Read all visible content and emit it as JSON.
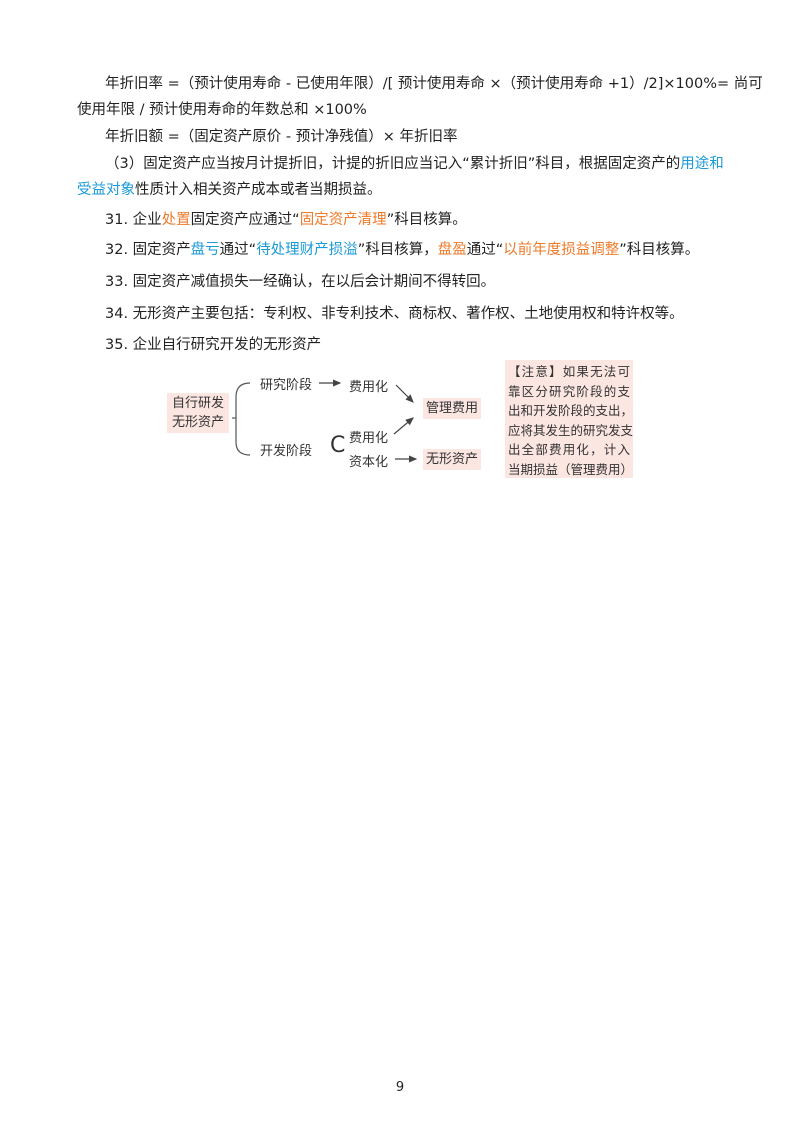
{
  "lines": {
    "l1": "年折旧率 =（预计使用寿命 - 已使用年限）/[ 预计使用寿命 ×（预计使用寿命 +1）/2]×100%= 尚可",
    "l2": "使用年限 / 预计使用寿命的年数总和 ×100%",
    "l3": "年折旧额 =（固定资产原价 - 预计净残值）× 年折旧率",
    "l4a": "（3）固定资产应当按月计提折旧，计提的折旧应当记入“累计折旧”科目，根据固定资产的",
    "l4b": "用途和",
    "l5a": "受益对象",
    "l5b": "性质计入相关资产成本或者当期损益。",
    "l6a": "31. 企业",
    "l6b": "处置",
    "l6c": "固定资产应通过“",
    "l6d": "固定资产清理",
    "l6e": "”科目核算。",
    "l7a": "32. 固定资产",
    "l7b": "盘亏",
    "l7c": "通过“",
    "l7d": "待处理财产损溢",
    "l7e": "”科目核算，",
    "l7f": "盘盈",
    "l7g": "通过“",
    "l7h": "以前年度损益调整",
    "l7i": "”科目核算。",
    "l8": "33. 固定资产减值损失一经确认，在以后会计期间不得转回。",
    "l9": "34. 无形资产主要包括：专利权、非专利技术、商标权、著作权、土地使用权和特许权等。",
    "l10": "35. 企业自行研究开发的无形资产"
  },
  "diagram": {
    "source": [
      "自行研发",
      "无形资产"
    ],
    "research": "研究阶段",
    "development": "开发阶段",
    "expense1": "费用化",
    "expense2": "费用化",
    "capitalize": "资本化",
    "brace": "C",
    "mgmt": "管理费用",
    "intangible": "无形资产",
    "note": [
      "【注意】如果无法可",
      "靠区分研究阶段的支",
      "出和开发阶段的支出，",
      "应将其发生的研究发支",
      "出全部费用化，计入",
      "当期损益（管理费用）"
    ]
  },
  "page_number": "9",
  "colors": {
    "blue": "#1a9ad6",
    "orange": "#ee7a2a",
    "box": "#fbe6e1"
  }
}
